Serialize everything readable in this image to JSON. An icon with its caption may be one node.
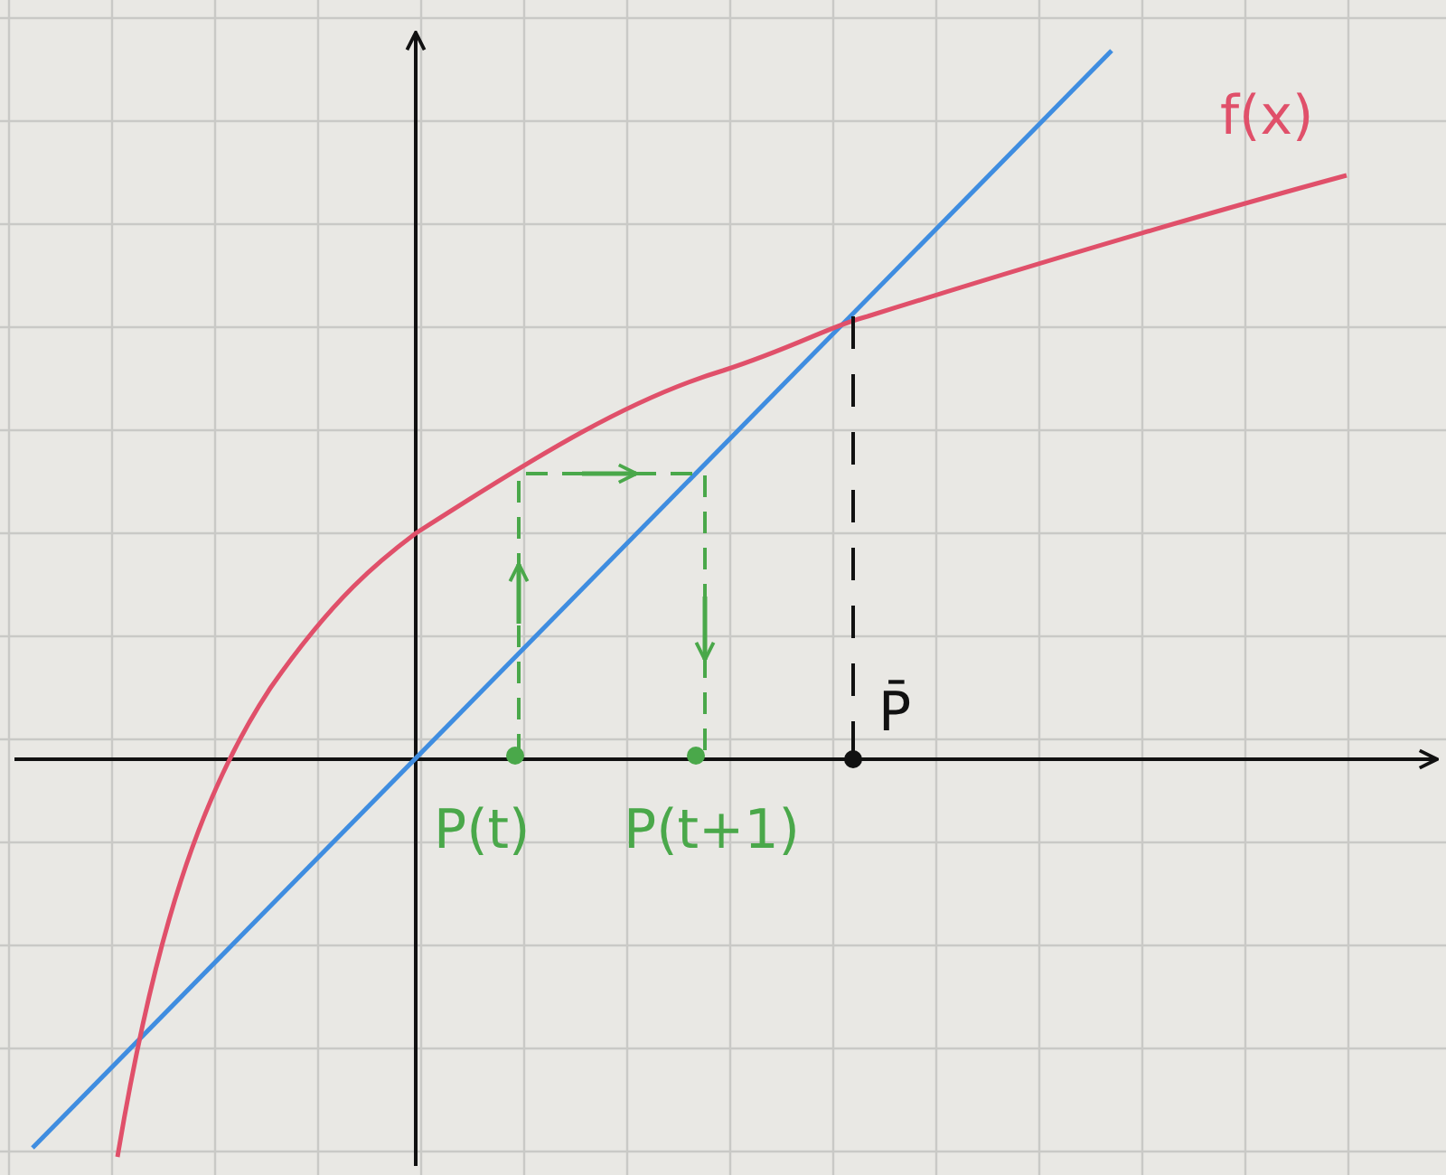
{
  "diagram": {
    "labels": [
      "f(x)",
      "P(t)",
      "P(t+1)",
      "P̄"
    ]
  }
}
